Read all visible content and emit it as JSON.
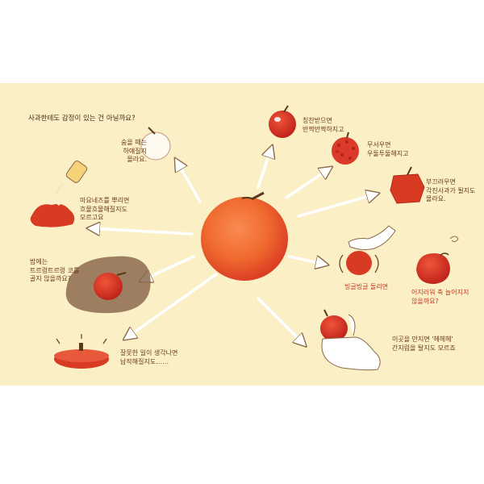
{
  "page": {
    "question": "사과한테도 감정이 있는 건 아닐까요?",
    "captions": {
      "pale": "숨을 때는\n하얘질지\n몰라요.",
      "shiny": "칭찬받으면\n반짝반짝하지고",
      "bumpy": "무서우면\n우둘투둘해지고",
      "square": "부끄러우면\n각진사과가 될지도\n몰라요.",
      "melted": "마요네즈를 뿌리면\n흐물흐물해질지도\n모르고요",
      "dirty": "밤에는\n트르렁트르렁 코를\n골지 않을까요?",
      "spin": "빙글빙글 돌리면",
      "dizzy": "어지러워 축 늘어지지\n않을까요?",
      "flat": "잘못한 일이 생각나면\n납작해질지도……",
      "tickle": "이곳을 만지면 '헤헤헤'\n간지럼을 탈지도 모르죠"
    }
  },
  "colors": {
    "background": "#fbefc6",
    "apple_red": "#d83a22",
    "apple_orange": "#f06a2e",
    "text_brown": "#6b3b1c",
    "caption_red": "#c8381f",
    "arrow": "#ffffff"
  }
}
